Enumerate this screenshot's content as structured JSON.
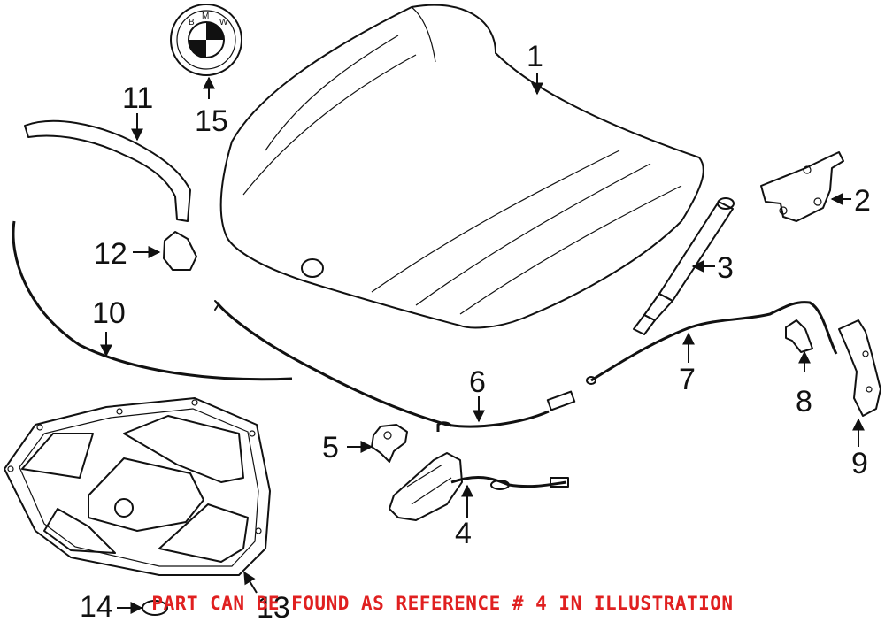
{
  "callouts": {
    "c1": "1",
    "c2": "2",
    "c3": "3",
    "c4": "4",
    "c5": "5",
    "c6": "6",
    "c7": "7",
    "c8": "8",
    "c9": "9",
    "c10": "10",
    "c11": "11",
    "c12": "12",
    "c13": "13",
    "c14": "14",
    "c15": "15"
  },
  "emblem": {
    "letters": [
      "B",
      "M",
      "W"
    ]
  },
  "notice": "PART CAN BE FOUND AS REFERENCE # 4 IN ILLUSTRATION",
  "colors": {
    "line": "#111111",
    "notice": "#e02020",
    "background": "#ffffff"
  }
}
